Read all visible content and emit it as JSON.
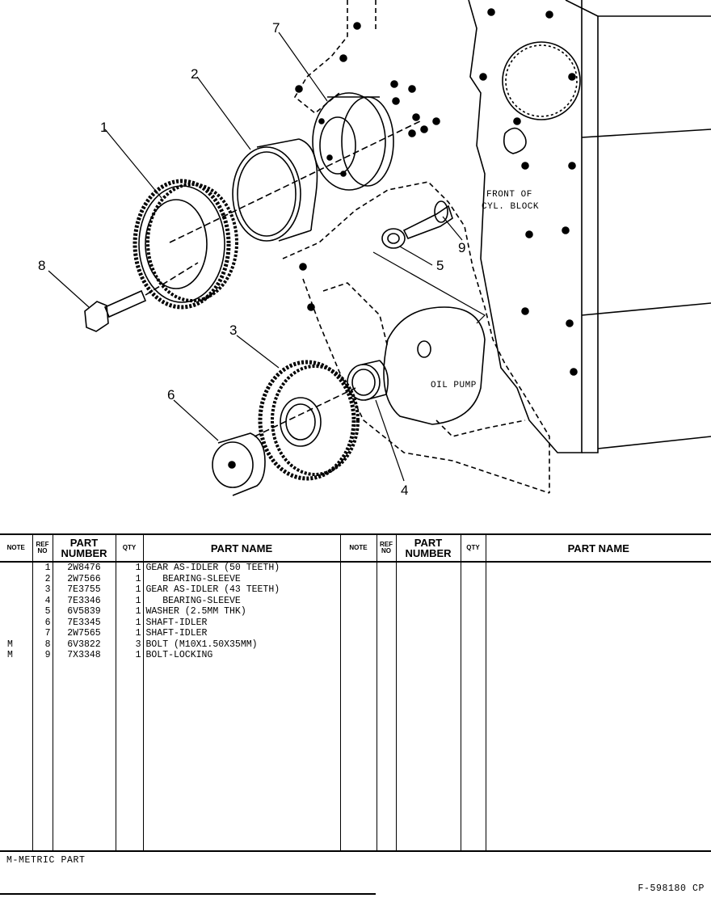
{
  "diagram": {
    "callouts": [
      "1",
      "2",
      "3",
      "4",
      "5",
      "6",
      "7",
      "8",
      "9"
    ],
    "front_label_1": "FRONT OF",
    "front_label_2": "CYL. BLOCK",
    "oil_pump_label": "OIL PUMP"
  },
  "table": {
    "headers": {
      "note": "NOTE",
      "ref_1": "REF",
      "ref_2": "NO",
      "part_1": "PART",
      "part_2": "NUMBER",
      "qty": "QTY",
      "name": "PART NAME"
    },
    "rows": [
      {
        "note": "",
        "ref": "1",
        "part": "2W8476",
        "qty": "1",
        "name": "GEAR AS-IDLER (50 TEETH)"
      },
      {
        "note": "",
        "ref": "2",
        "part": "2W7566",
        "qty": "1",
        "name": "   BEARING-SLEEVE"
      },
      {
        "note": "",
        "ref": "3",
        "part": "7E3755",
        "qty": "1",
        "name": "GEAR AS-IDLER (43 TEETH)"
      },
      {
        "note": "",
        "ref": "4",
        "part": "7E3346",
        "qty": "1",
        "name": "   BEARING-SLEEVE"
      },
      {
        "note": "",
        "ref": "5",
        "part": "6V5839",
        "qty": "1",
        "name": "WASHER (2.5MM THK)"
      },
      {
        "note": "",
        "ref": "6",
        "part": "7E3345",
        "qty": "1",
        "name": "SHAFT-IDLER"
      },
      {
        "note": "",
        "ref": "7",
        "part": "2W7565",
        "qty": "1",
        "name": "SHAFT-IDLER"
      },
      {
        "note": "M",
        "ref": "8",
        "part": "6V3822",
        "qty": "3",
        "name": "BOLT (M10X1.50X35MM)"
      },
      {
        "note": "M",
        "ref": "9",
        "part": "7X3348",
        "qty": "1",
        "name": "BOLT-LOCKING"
      }
    ]
  },
  "footer": {
    "metric_note": "M-METRIC PART",
    "figure_id": "F-598180 CP"
  }
}
